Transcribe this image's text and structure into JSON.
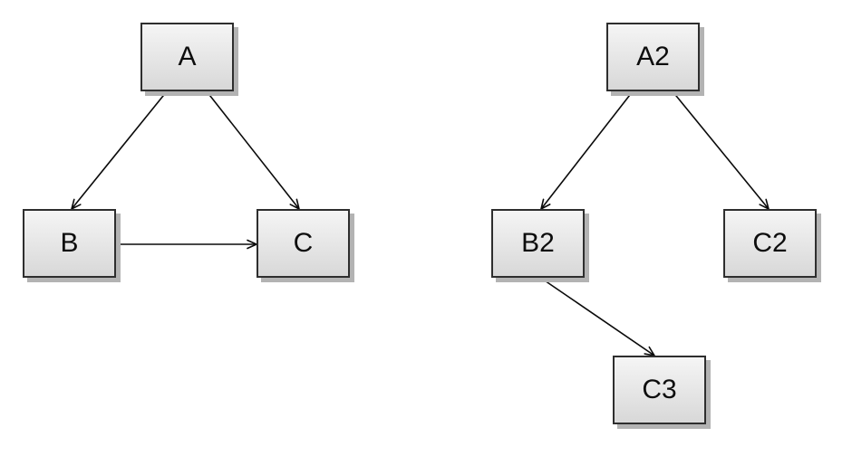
{
  "diagram": {
    "background": "#ffffff",
    "styles": {
      "node_border_color": "#2e2e2e",
      "node_fill_top": "#f5f5f5",
      "node_fill_bottom": "#d8d8d8",
      "node_shadow_color": "#b3b3b3",
      "edge_color": "#0a0a0a",
      "label_color": "#0d0d0d"
    },
    "nodes": [
      {
        "id": "A",
        "label": "A"
      },
      {
        "id": "B",
        "label": "B"
      },
      {
        "id": "C",
        "label": "C"
      },
      {
        "id": "A2",
        "label": "A2"
      },
      {
        "id": "B2",
        "label": "B2"
      },
      {
        "id": "C2",
        "label": "C2"
      },
      {
        "id": "C3",
        "label": "C3"
      }
    ],
    "edges": [
      {
        "from": "A",
        "to": "B"
      },
      {
        "from": "A",
        "to": "C"
      },
      {
        "from": "B",
        "to": "C"
      },
      {
        "from": "A2",
        "to": "B2"
      },
      {
        "from": "A2",
        "to": "C2"
      },
      {
        "from": "B2",
        "to": "C3"
      }
    ],
    "graphs": [
      {
        "name": "left-graph",
        "node_ids": [
          "A",
          "B",
          "C"
        ]
      },
      {
        "name": "right-graph",
        "node_ids": [
          "A2",
          "B2",
          "C2",
          "C3"
        ]
      }
    ]
  }
}
